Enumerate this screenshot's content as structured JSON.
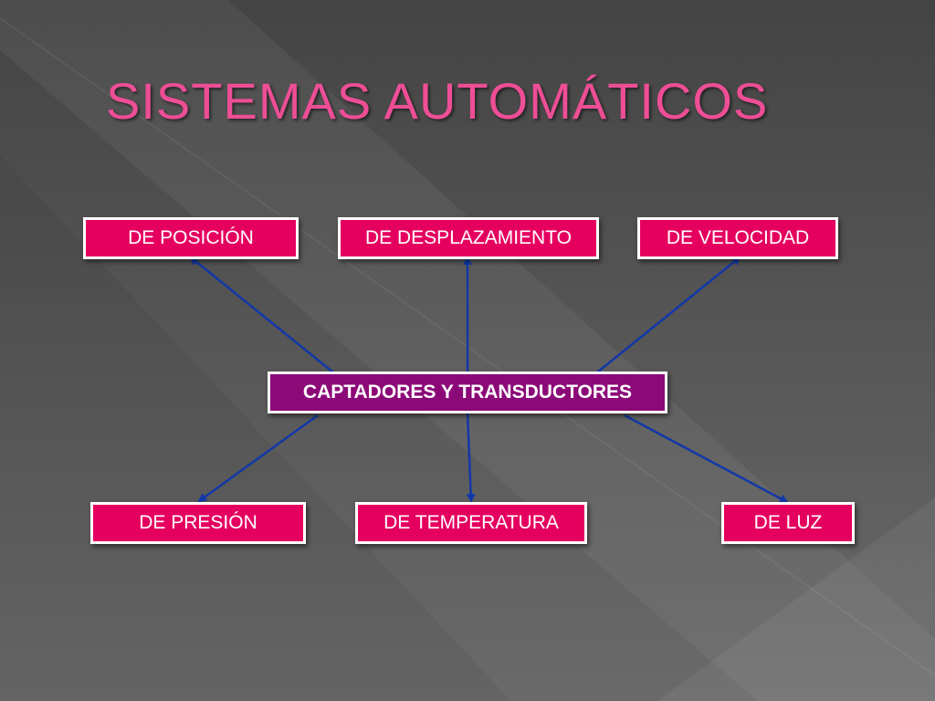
{
  "slide": {
    "title": "SISTEMAS AUTOMÁTICOS",
    "title_color": "#ee4e96",
    "background_color": "#555555"
  },
  "diagram": {
    "center": {
      "label": "CAPTADORES Y TRANSDUCTORES",
      "color": "#8c0a78"
    },
    "top_nodes": [
      {
        "label": "DE POSICIÓN"
      },
      {
        "label": "DE DESPLAZAMIENTO"
      },
      {
        "label": "DE VELOCIDAD"
      }
    ],
    "bottom_nodes": [
      {
        "label": "DE PRESIÓN"
      },
      {
        "label": "DE TEMPERATURA"
      },
      {
        "label": "DE LUZ"
      }
    ],
    "node_color": "#e5005f",
    "node_border_color": "#ffffff",
    "arrow_color": "#1238a8"
  }
}
